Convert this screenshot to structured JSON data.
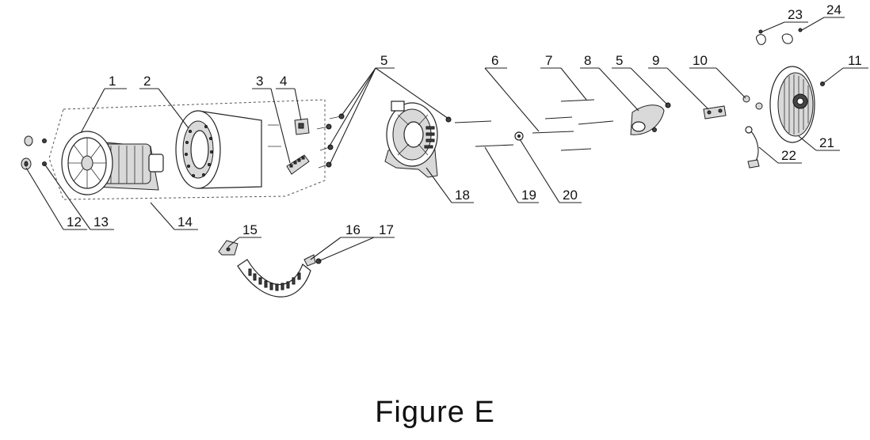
{
  "caption": "Figure E",
  "labels": {
    "l1": "1",
    "l2": "2",
    "l3": "3",
    "l4": "4",
    "l5a": "5",
    "l5b": "5",
    "l6": "6",
    "l7": "7",
    "l8": "8",
    "l9": "9",
    "l10": "10",
    "l11": "11",
    "l12": "12",
    "l13": "13",
    "l14": "14",
    "l15": "15",
    "l16": "16",
    "l17": "17",
    "l18": "18",
    "l19": "19",
    "l20": "20",
    "l21": "21",
    "l22": "22",
    "l23": "23",
    "l24": "24"
  }
}
